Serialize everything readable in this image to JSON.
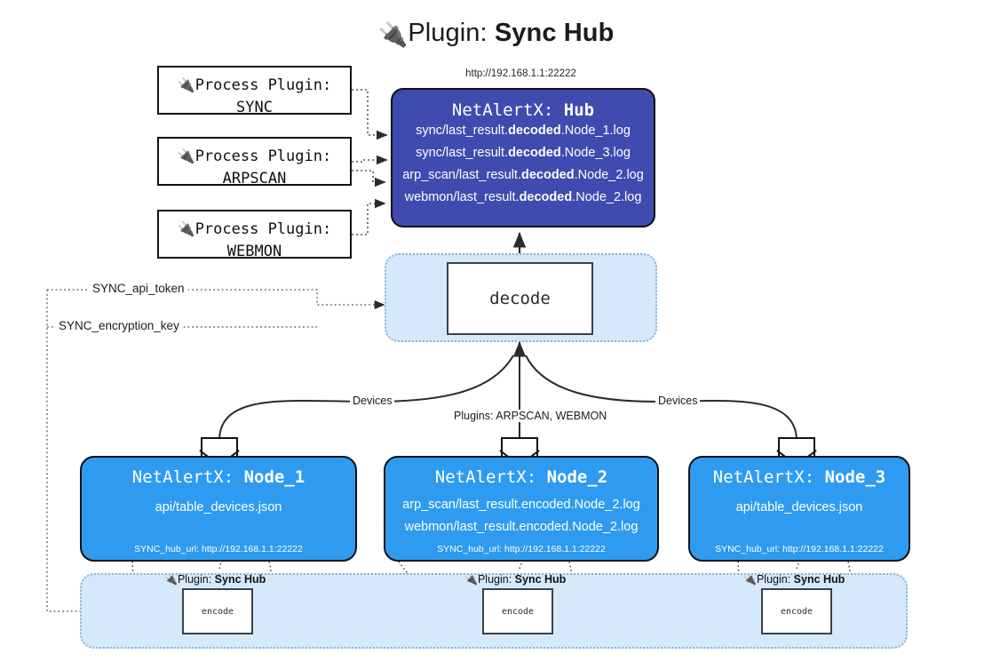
{
  "title": {
    "icon": "plug-icon",
    "lead": "Plugin: ",
    "strong": "Sync Hub"
  },
  "hub": {
    "url": "http://192.168.1.1:22222",
    "title_prefix": "NetAlertX: ",
    "title_name": "Hub",
    "log_lines": [
      {
        "pre": "sync/last_result.",
        "strong": "decoded",
        "post": ".Node_1.log"
      },
      {
        "pre": "sync/last_result.",
        "strong": "decoded",
        "post": ".Node_3.log"
      },
      {
        "pre": "arp_scan/last_result.",
        "strong": "decoded",
        "post": ".Node_2.log"
      },
      {
        "pre": "webmon/last_result.",
        "strong": "decoded",
        "post": ".Node_2.log"
      }
    ]
  },
  "process_plugins": [
    {
      "line1": "Process Plugin:",
      "line2": "SYNC",
      "icon": "plug-icon"
    },
    {
      "line1": "Process Plugin:",
      "line2": "ARPSCAN",
      "icon": "plug-icon"
    },
    {
      "line1": "Process Plugin:",
      "line2": "WEBMON",
      "icon": "plug-icon"
    }
  ],
  "decode": {
    "label": "decode"
  },
  "params": {
    "api_token": "SYNC_api_token",
    "encryption_key": "SYNC_encryption_key"
  },
  "edge_labels": {
    "devices_left": "Devices",
    "devices_right": "Devices",
    "plugins_center": "Plugins: ARPSCAN, WEBMON"
  },
  "nodes": [
    {
      "title_prefix": "NetAlertX: ",
      "title_name": "Node_1",
      "lines": [
        "api/table_devices.json"
      ],
      "hub_url": "SYNC_hub_url: http://192.168.1.1:22222",
      "envelope": "envelope-icon"
    },
    {
      "title_prefix": "NetAlertX: ",
      "title_name": "Node_2",
      "lines": [
        "arp_scan/last_result.encoded.Node_2.log",
        "webmon/last_result.encoded.Node_2.log"
      ],
      "hub_url": "SYNC_hub_url: http://192.168.1.1:22222",
      "envelope": "envelope-icon"
    },
    {
      "title_prefix": "NetAlertX: ",
      "title_name": "Node_3",
      "lines": [
        "api/table_devices.json"
      ],
      "hub_url": "SYNC_hub_url: http://192.168.1.1:22222",
      "envelope": "envelope-icon"
    }
  ],
  "encoders": [
    {
      "caption_lead": "Plugin: ",
      "caption_strong": "Sync Hub",
      "label": "encode",
      "icon": "plug-icon"
    },
    {
      "caption_lead": "Plugin: ",
      "caption_strong": "Sync Hub",
      "label": "encode",
      "icon": "plug-icon"
    },
    {
      "caption_lead": "Plugin: ",
      "caption_strong": "Sync Hub",
      "label": "encode",
      "icon": "plug-icon"
    }
  ],
  "colors": {
    "hub_fill": "#3f4bae",
    "node_fill": "#2e9bf0",
    "container_fill": "#d6e9fa",
    "container_border": "#8ab4d8",
    "stroke": "#111111"
  }
}
